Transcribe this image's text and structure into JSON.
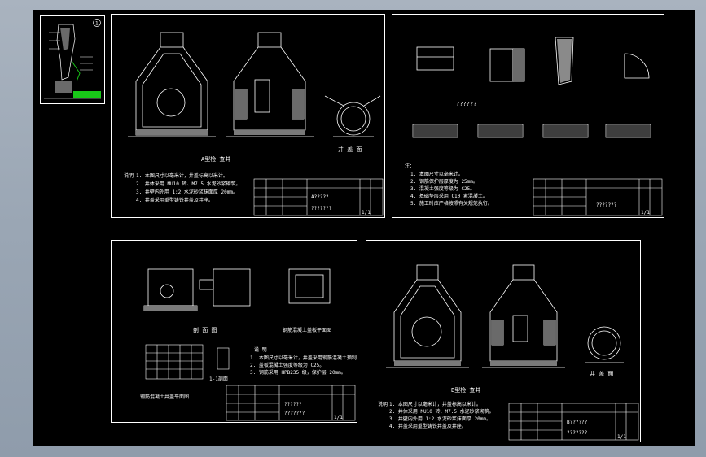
{
  "sheets": [
    {
      "id": "sheet-1",
      "section_title": "A型检 查井",
      "plan_title": "井 盖 面",
      "notes_title": "说明",
      "notes": [
        "1. 本图尺寸以毫米计，井盖标高以米计。",
        "2. 井体采用 MU10 砖、M7.5 水泥砂浆砌筑。",
        "3. 井壁内外用 1:2 水泥砂浆抹面厚 20mm。",
        "4. 井盖采用重型铸铁井盖及井座。"
      ],
      "title_block": {
        "drawing_name": "A?????",
        "code": "???????",
        "sheet": "1/1"
      }
    },
    {
      "id": "sheet-2",
      "section_title": "??????",
      "notes_title": "注：",
      "notes": [
        "1. 本图尺寸以毫米计。",
        "2. 钢筋保护层厚度为 25mm。",
        "3. 混凝土强度等级为 C25。",
        "4. 基础垫层采用 C10 素混凝土。",
        "5. 施工时应严格按照有关规范执行。"
      ],
      "title_block": {
        "drawing_name": "???????",
        "code": "",
        "sheet": "1/1"
      }
    },
    {
      "id": "sheet-3",
      "section_title": "剖 面 图",
      "plan_title": "钢筋混凝土井盖平面图",
      "plan_title_2": "钢筋混凝土盖板平面图",
      "section_label": "1-1剖面",
      "notes_title": "说 明",
      "notes": [
        "1. 本图尺寸以毫米计，井盖采用钢筋混凝土预制。",
        "2. 盖板混凝土强度等级为 C25。",
        "3. 钢筋采用 HPB235 级，保护层 20mm。"
      ],
      "title_block": {
        "drawing_name": "??????",
        "code": "???????",
        "sheet": "1/1"
      }
    },
    {
      "id": "sheet-4",
      "section_title": "B型检 查井",
      "plan_title": "井 盖 面",
      "notes_title": "说明",
      "notes": [
        "1. 本图尺寸以毫米计，井盖标高以米计。",
        "2. 井体采用 MU10 砖、M7.5 水泥砂浆砌筑。",
        "3. 井壁内外用 1:2 水泥砂浆抹面厚 20mm。",
        "4. 井盖采用重型铸铁井盖及井座。"
      ],
      "title_block": {
        "drawing_name": "B??????",
        "code": "???????",
        "sheet": "1/1"
      }
    }
  ],
  "colors": {
    "background_outer": "#9aa6b4",
    "canvas": "#000000",
    "line": "#ffffff",
    "accent_green": "#18c818",
    "hatch": "#bfbfbf"
  },
  "thumbnail": {
    "badge": "1"
  }
}
